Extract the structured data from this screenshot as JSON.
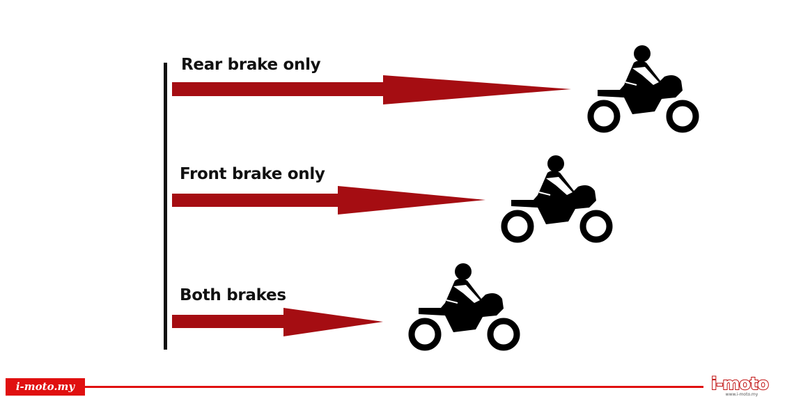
{
  "labels": {
    "rear": "Rear brake only",
    "front": "Front brake only",
    "both": "Both brakes"
  },
  "colors": {
    "arrow": "#a50d12",
    "line": "#111111",
    "brand": "#e01010"
  },
  "branding": {
    "left_logo": "i-moto.my",
    "right_logo": "i-moto",
    "right_url": "www.i-moto.my"
  }
}
